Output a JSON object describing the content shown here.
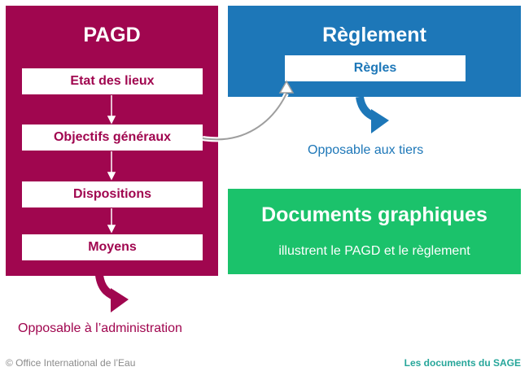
{
  "pagd": {
    "title": "PAGD",
    "items": [
      "Etat des lieux",
      "Objectifs généraux",
      "Dispositions",
      "Moyens"
    ],
    "caption": "Opposable à l’administration"
  },
  "reglement": {
    "title": "Règlement",
    "item": "Règles",
    "caption": "Opposable aux tiers"
  },
  "documents": {
    "title": "Documents graphiques",
    "subtitle": "illustrent le PAGD et le règlement"
  },
  "footer": {
    "credit": "© Office International de l’Eau",
    "label": "Les documents du SAGE"
  },
  "colors": {
    "pagd": "#a0064f",
    "reglement": "#1d77b8",
    "documents": "#1bc26b"
  }
}
